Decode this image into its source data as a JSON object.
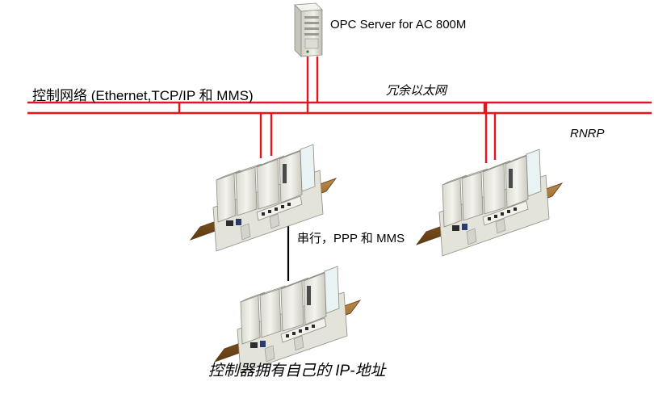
{
  "server": {
    "label": "OPC Server for AC 800M"
  },
  "network": {
    "control_network_label": "控制网络 (Ethernet,TCP/IP 和 MMS)",
    "redundant_label": "冗余以太网",
    "rnrp_label": "RNRP",
    "line_color": "#e8141b"
  },
  "serial_link": {
    "label": "串行，PPP 和 MMS",
    "line_color": "#000000"
  },
  "caption": "控制器拥有自己的 IP-地址",
  "controllers": [
    {
      "id": "controller-1"
    },
    {
      "id": "controller-2"
    },
    {
      "id": "controller-3"
    }
  ]
}
